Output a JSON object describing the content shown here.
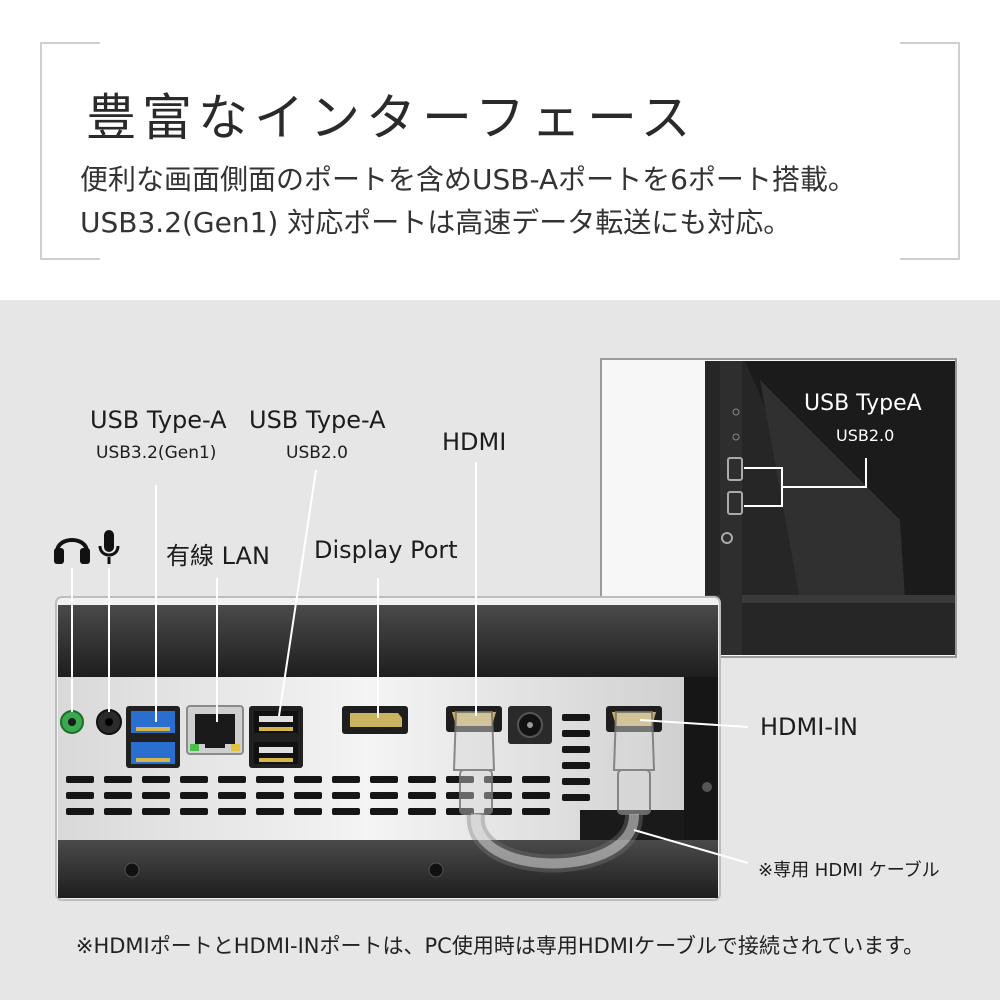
{
  "header": {
    "title": "豊富なインターフェース",
    "desc_line1": "便利な画面側面のポートを含めUSB-Aポートを6ポート搭載。",
    "desc_line2": "USB3.2(Gen1) 対応ポートは高速データ転送にも対応。"
  },
  "ports": {
    "usb_a_1_name": "USB Type-A",
    "usb_a_1_spec": "USB3.2(Gen1)",
    "usb_a_2_name": "USB Type-A",
    "usb_a_2_spec": "USB2.0",
    "hdmi": "HDMI",
    "lan": "有線 LAN",
    "display_port": "Display Port",
    "hdmi_in": "HDMI-IN",
    "cable": "※専用 HDMI ケーブル",
    "side_usb_name": "USB TypeA",
    "side_usb_spec": "USB2.0"
  },
  "icons": {
    "headphone": "headphones-icon",
    "mic": "microphone-icon"
  },
  "colors": {
    "panel_bg": "#e6e6e6",
    "usb3_blue": "#2a6fd0",
    "audio_green": "#3aa84e"
  },
  "footer": {
    "note": "※HDMIポートとHDMI-INポートは、PC使用時は専用HDMIケーブルで接続されています。"
  }
}
